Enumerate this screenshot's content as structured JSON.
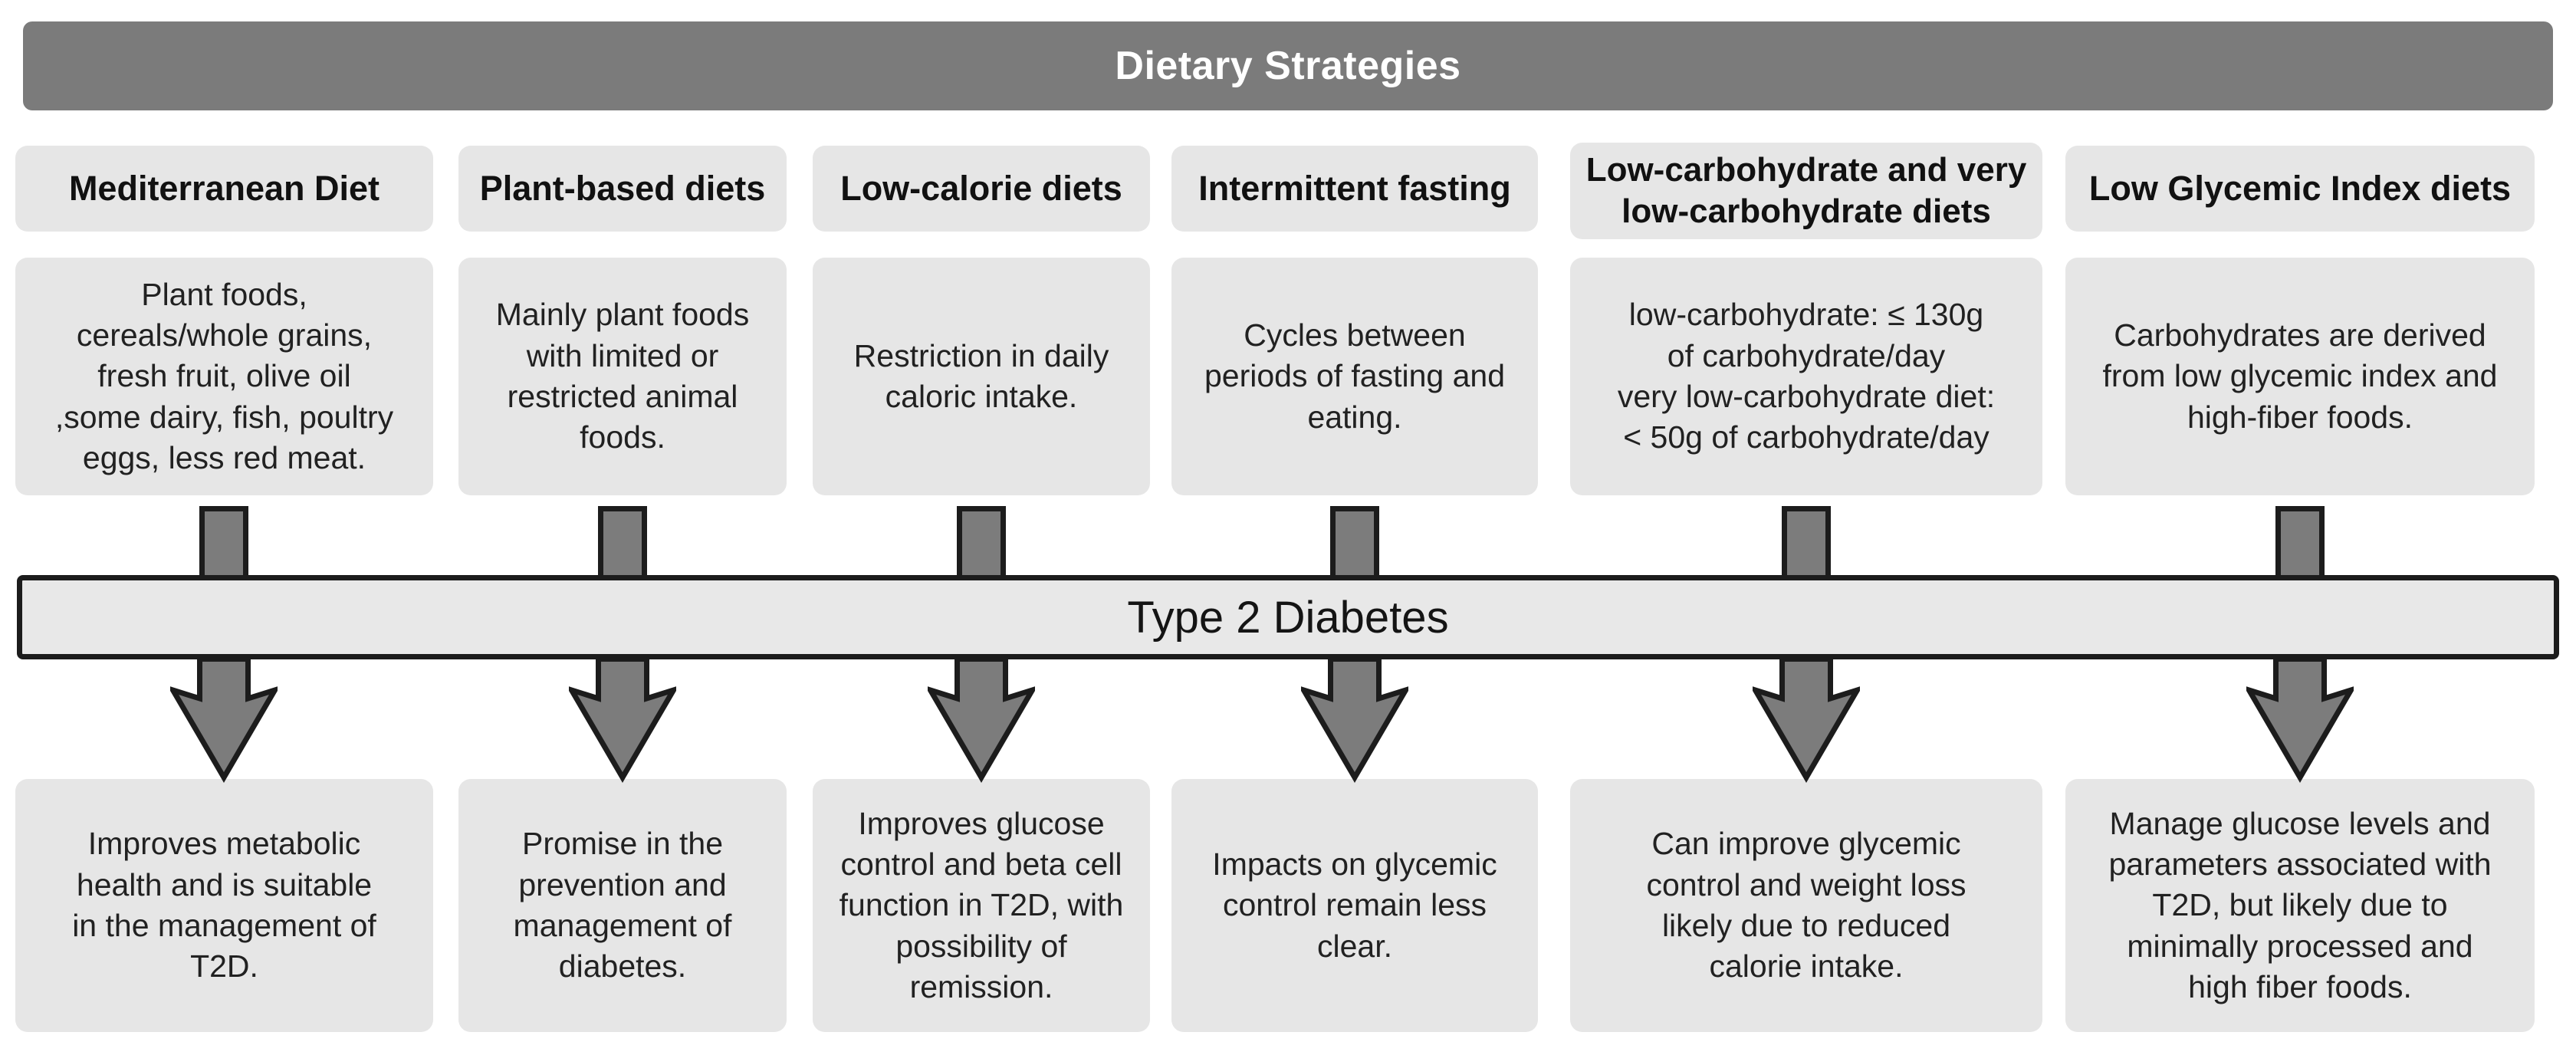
{
  "title": "Dietary Strategies",
  "hub_label": "Type 2 Diabetes",
  "colors": {
    "title_bar": "#7b7b7b",
    "title_text": "#ffffff",
    "box_fill": "#e6e6e6",
    "band_fill": "#e8e8e8",
    "arrow_fill": "#7c7c7c",
    "outline": "#1c1c1c",
    "text": "#212121"
  },
  "columns": [
    {
      "name": "Mediterranean Diet",
      "description": "Plant foods,\ncereals/whole grains,\nfresh fruit, olive oil\n,some dairy, fish, poultry\neggs, less red meat.",
      "outcome": "Improves metabolic\nhealth and is suitable\nin the management of\nT2D."
    },
    {
      "name": "Plant-based diets",
      "description": "Mainly plant foods\nwith limited or\nrestricted animal\nfoods.",
      "outcome": "Promise in the\nprevention and\nmanagement of\ndiabetes."
    },
    {
      "name": "Low-calorie diets",
      "description": "Restriction in daily\ncaloric intake.",
      "outcome": "Improves glucose\ncontrol and beta cell\nfunction in T2D, with\npossibility of\nremission."
    },
    {
      "name": "Intermittent fasting",
      "description": "Cycles between\nperiods of fasting and\neating.",
      "outcome": "Impacts on glycemic\ncontrol remain less\nclear."
    },
    {
      "name": "Low-carbohydrate and very\nlow-carbohydrate diets",
      "description": "low-carbohydrate: ≤ 130g\nof carbohydrate/day\nvery low-carbohydrate diet:\n< 50g of carbohydrate/day",
      "outcome": "Can improve glycemic\ncontrol and weight loss\nlikely due to reduced\ncalorie intake."
    },
    {
      "name": "Low Glycemic Index diets",
      "description": "Carbohydrates are derived\nfrom low glycemic index and\nhigh-fiber foods.",
      "outcome": "Manage glucose levels and\nparameters associated with\nT2D, but likely due to\nminimally processed and\nhigh fiber foods."
    }
  ]
}
